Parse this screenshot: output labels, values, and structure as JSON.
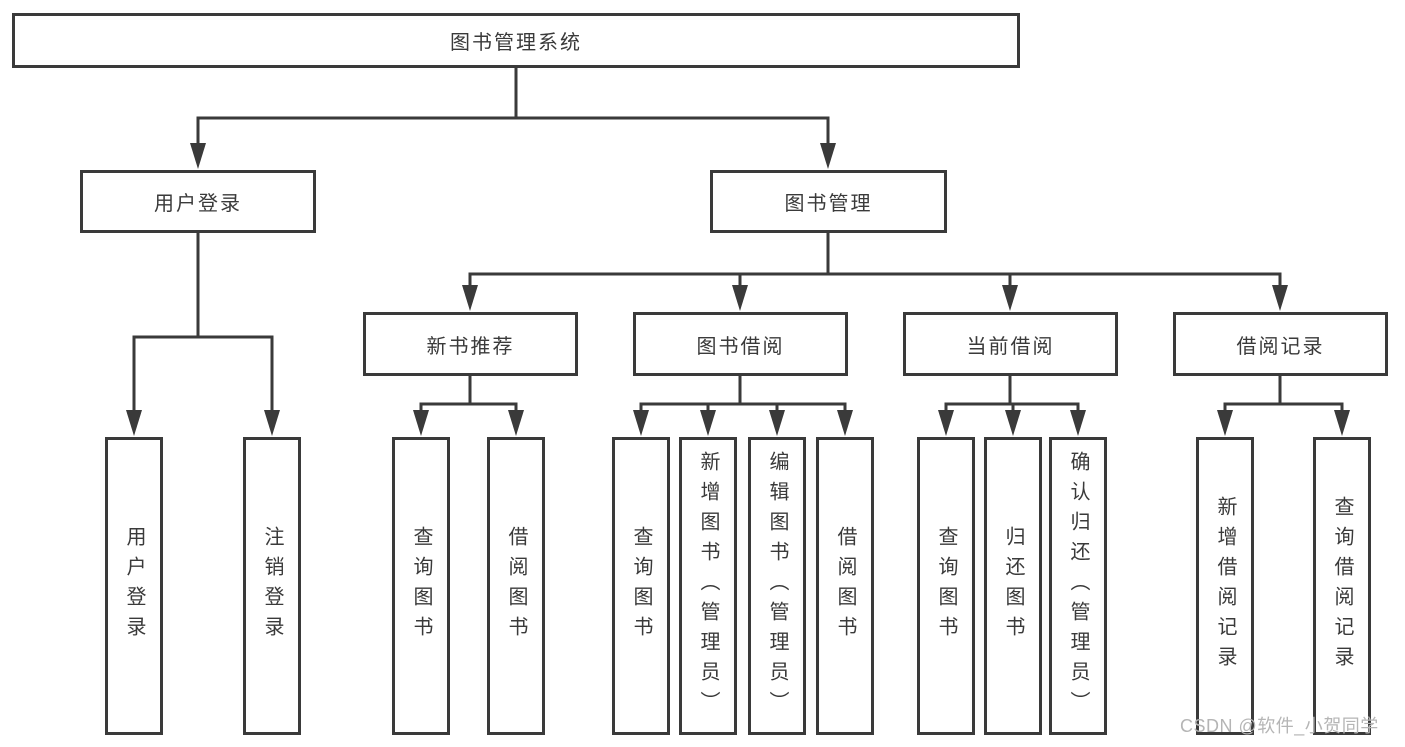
{
  "diagram": {
    "background": "#ffffff",
    "line_color": "#3a3a3a",
    "text_color": "#3a3a3a",
    "watermark_color": "#b5b5b5",
    "tree": {
      "root": {
        "label": "图书管理系统"
      },
      "level2": [
        {
          "label": "用户登录",
          "parent": "图书管理系统"
        },
        {
          "label": "图书管理",
          "parent": "图书管理系统"
        }
      ],
      "level3": [
        {
          "label": "新书推荐",
          "parent": "图书管理"
        },
        {
          "label": "图书借阅",
          "parent": "图书管理"
        },
        {
          "label": "当前借阅",
          "parent": "图书管理"
        },
        {
          "label": "借阅记录",
          "parent": "图书管理"
        }
      ],
      "leaves": [
        {
          "label": "用户登录",
          "parent": "用户登录"
        },
        {
          "label": "注销登录",
          "parent": "用户登录"
        },
        {
          "label": "查询图书",
          "parent": "新书推荐"
        },
        {
          "label": "借阅图书",
          "parent": "新书推荐"
        },
        {
          "label": "查询图书",
          "parent": "图书借阅"
        },
        {
          "label": "新增图书（管理员）",
          "parent": "图书借阅"
        },
        {
          "label": "编辑图书（管理员）",
          "parent": "图书借阅"
        },
        {
          "label": "借阅图书",
          "parent": "图书借阅"
        },
        {
          "label": "查询图书",
          "parent": "当前借阅"
        },
        {
          "label": "归还图书",
          "parent": "当前借阅"
        },
        {
          "label": "确认归还（管理员）",
          "parent": "当前借阅"
        },
        {
          "label": "新增借阅记录",
          "parent": "借阅记录"
        },
        {
          "label": "查询借阅记录",
          "parent": "借阅记录"
        }
      ]
    },
    "watermark": "CSDN @软件_小贺同学"
  }
}
